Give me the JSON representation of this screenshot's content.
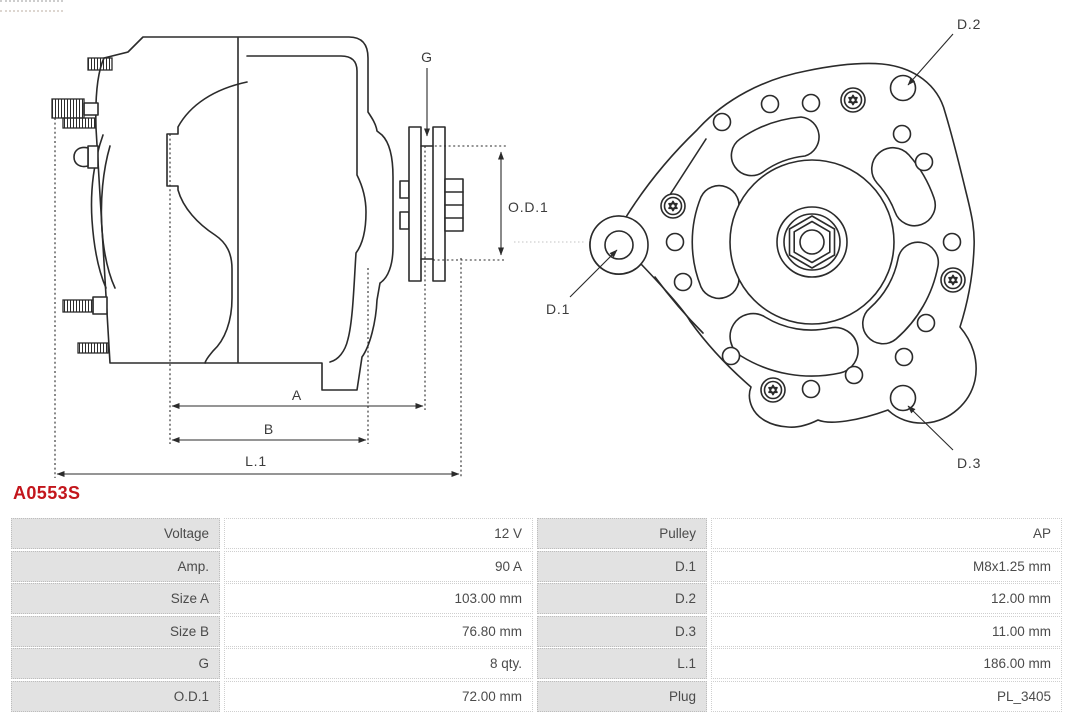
{
  "page": {
    "background": "#ffffff",
    "line_color": "#2b2b2b",
    "accent_color": "#c3161c"
  },
  "part_number": "A0553S",
  "diagram": {
    "side_view_labels": {
      "g": "G",
      "od1": "O.D.1",
      "a": "A",
      "b": "B",
      "l1": "L.1"
    },
    "front_view_labels": {
      "d1": "D.1",
      "d2": "D.2",
      "d3": "D.3"
    }
  },
  "spec_table": {
    "rows": [
      {
        "label_left": "Voltage",
        "value_left": "12 V",
        "label_right": "Pulley",
        "value_right": "AP"
      },
      {
        "label_left": "Amp.",
        "value_left": "90 A",
        "label_right": "D.1",
        "value_right": "M8x1.25 mm"
      },
      {
        "label_left": "Size A",
        "value_left": "103.00 mm",
        "label_right": "D.2",
        "value_right": "12.00 mm"
      },
      {
        "label_left": "Size B",
        "value_left": "76.80 mm",
        "label_right": "D.3",
        "value_right": "11.00 mm"
      },
      {
        "label_left": "G",
        "value_left": "8 qty.",
        "label_right": "L.1",
        "value_right": "186.00 mm"
      },
      {
        "label_left": "O.D.1",
        "value_left": "72.00 mm",
        "label_right": "Plug",
        "value_right": "PL_3405"
      }
    ]
  }
}
